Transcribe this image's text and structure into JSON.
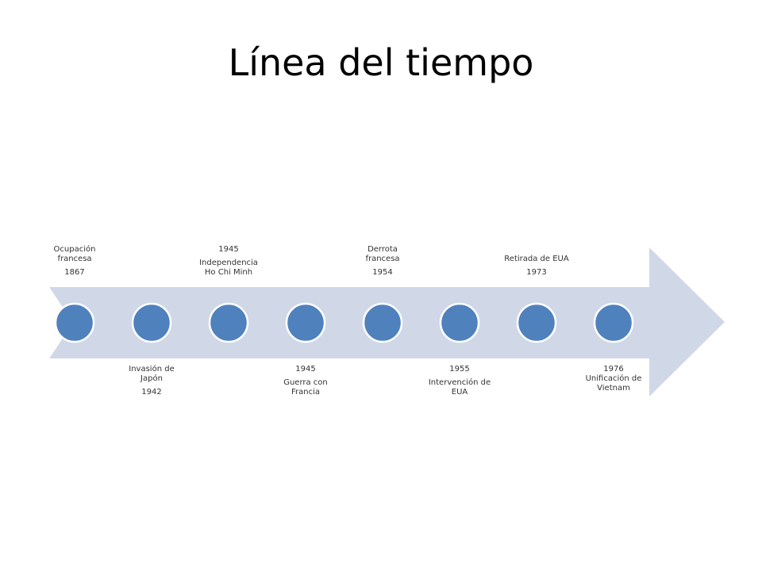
{
  "slide": {
    "title": "Línea del tiempo"
  },
  "colors": {
    "band": "#d0d8e8",
    "node": "#4f81bd",
    "node_stroke": "#ffffff",
    "text": "#333333"
  },
  "events": [
    {
      "id": "e1",
      "position": "above",
      "lines": [
        "Ocupación",
        "francesa",
        "",
        "1867"
      ]
    },
    {
      "id": "e2",
      "position": "below",
      "lines": [
        "Invasión de",
        "Japón",
        "",
        "1942"
      ]
    },
    {
      "id": "e3",
      "position": "above",
      "lines": [
        "1945",
        "",
        "Independencia",
        "Ho Chi Minh"
      ]
    },
    {
      "id": "e4",
      "position": "below",
      "lines": [
        "1945",
        "",
        "Guerra con",
        "Francia"
      ]
    },
    {
      "id": "e5",
      "position": "above",
      "lines": [
        "Derrota",
        "francesa",
        "",
        "1954"
      ]
    },
    {
      "id": "e6",
      "position": "below",
      "lines": [
        "1955",
        "",
        "Intervención de",
        "EUA"
      ]
    },
    {
      "id": "e7",
      "position": "above",
      "lines": [
        "Retirada de EUA",
        "",
        "1973"
      ]
    },
    {
      "id": "e8",
      "position": "below",
      "lines": [
        "1976",
        "Unificación de",
        "Vietnam"
      ]
    }
  ]
}
